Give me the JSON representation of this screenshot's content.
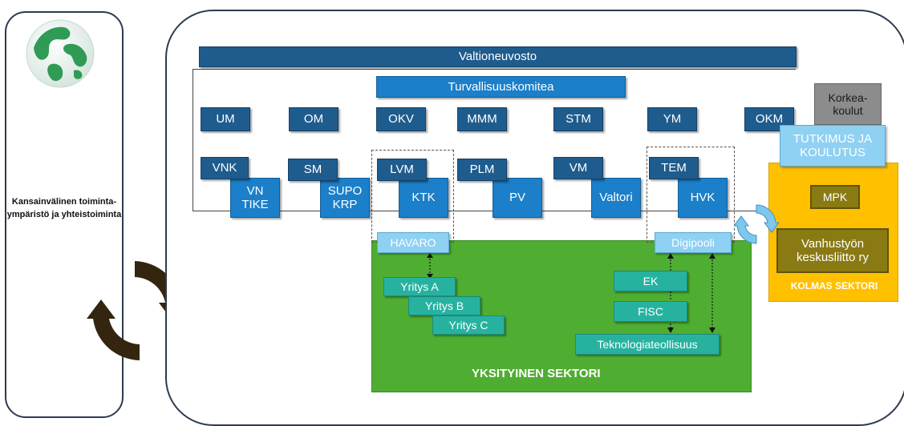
{
  "left_panel": {
    "label": "Kansainvälinen toiminta-ympäristö ja yhteistoiminta",
    "globe_icon": "globe-icon",
    "cycle_icon": "cycle-arrows-icon"
  },
  "top": {
    "valtioneuvosto": "Valtioneuvosto",
    "turvallisuuskomitea": "Turvallisuuskomitea"
  },
  "ministries": [
    "UM",
    "OM",
    "OKV",
    "MMM",
    "STM",
    "YM",
    "OKM"
  ],
  "lower": {
    "vnk": "VNK",
    "vn_tike": "VN\nTIKE",
    "sm": "SM",
    "supo_krp": "SUPO\nKRP",
    "lvm": "LVM",
    "ktk": "KTK",
    "plm": "PLM",
    "pv": "PV",
    "vm": "VM",
    "valtori": "Valtori",
    "tem": "TEM",
    "hvk": "HVK"
  },
  "private_sector": {
    "label": "YKSITYINEN SEKTORI",
    "havaro": "HAVARO",
    "digipooli": "Digipooli",
    "yritys_a": "Yritys A",
    "yritys_b": "Yritys B",
    "yritys_c": "Yritys C",
    "ek": "EK",
    "fisc": "FISC",
    "teknologiateollisuus": "Teknologiateollisuus"
  },
  "third_sector": {
    "label": "KOLMAS SEKTORI",
    "korkeakoulut": "Korkea-\nkoulut",
    "tutkimus": "TUTKIMUS JA\nKOULUTUS",
    "mpk": "MPK",
    "vanhustyon": "Vanhustyön\nkeskusliitto ry"
  },
  "colors": {
    "dark_blue": "#1f5c8e",
    "mid_blue": "#1b7fc9",
    "light_blue": "#8fd1f3",
    "green": "#4fae32",
    "yellow": "#ffc000",
    "teal": "#27b2a0",
    "olive": "#8a7a14"
  }
}
